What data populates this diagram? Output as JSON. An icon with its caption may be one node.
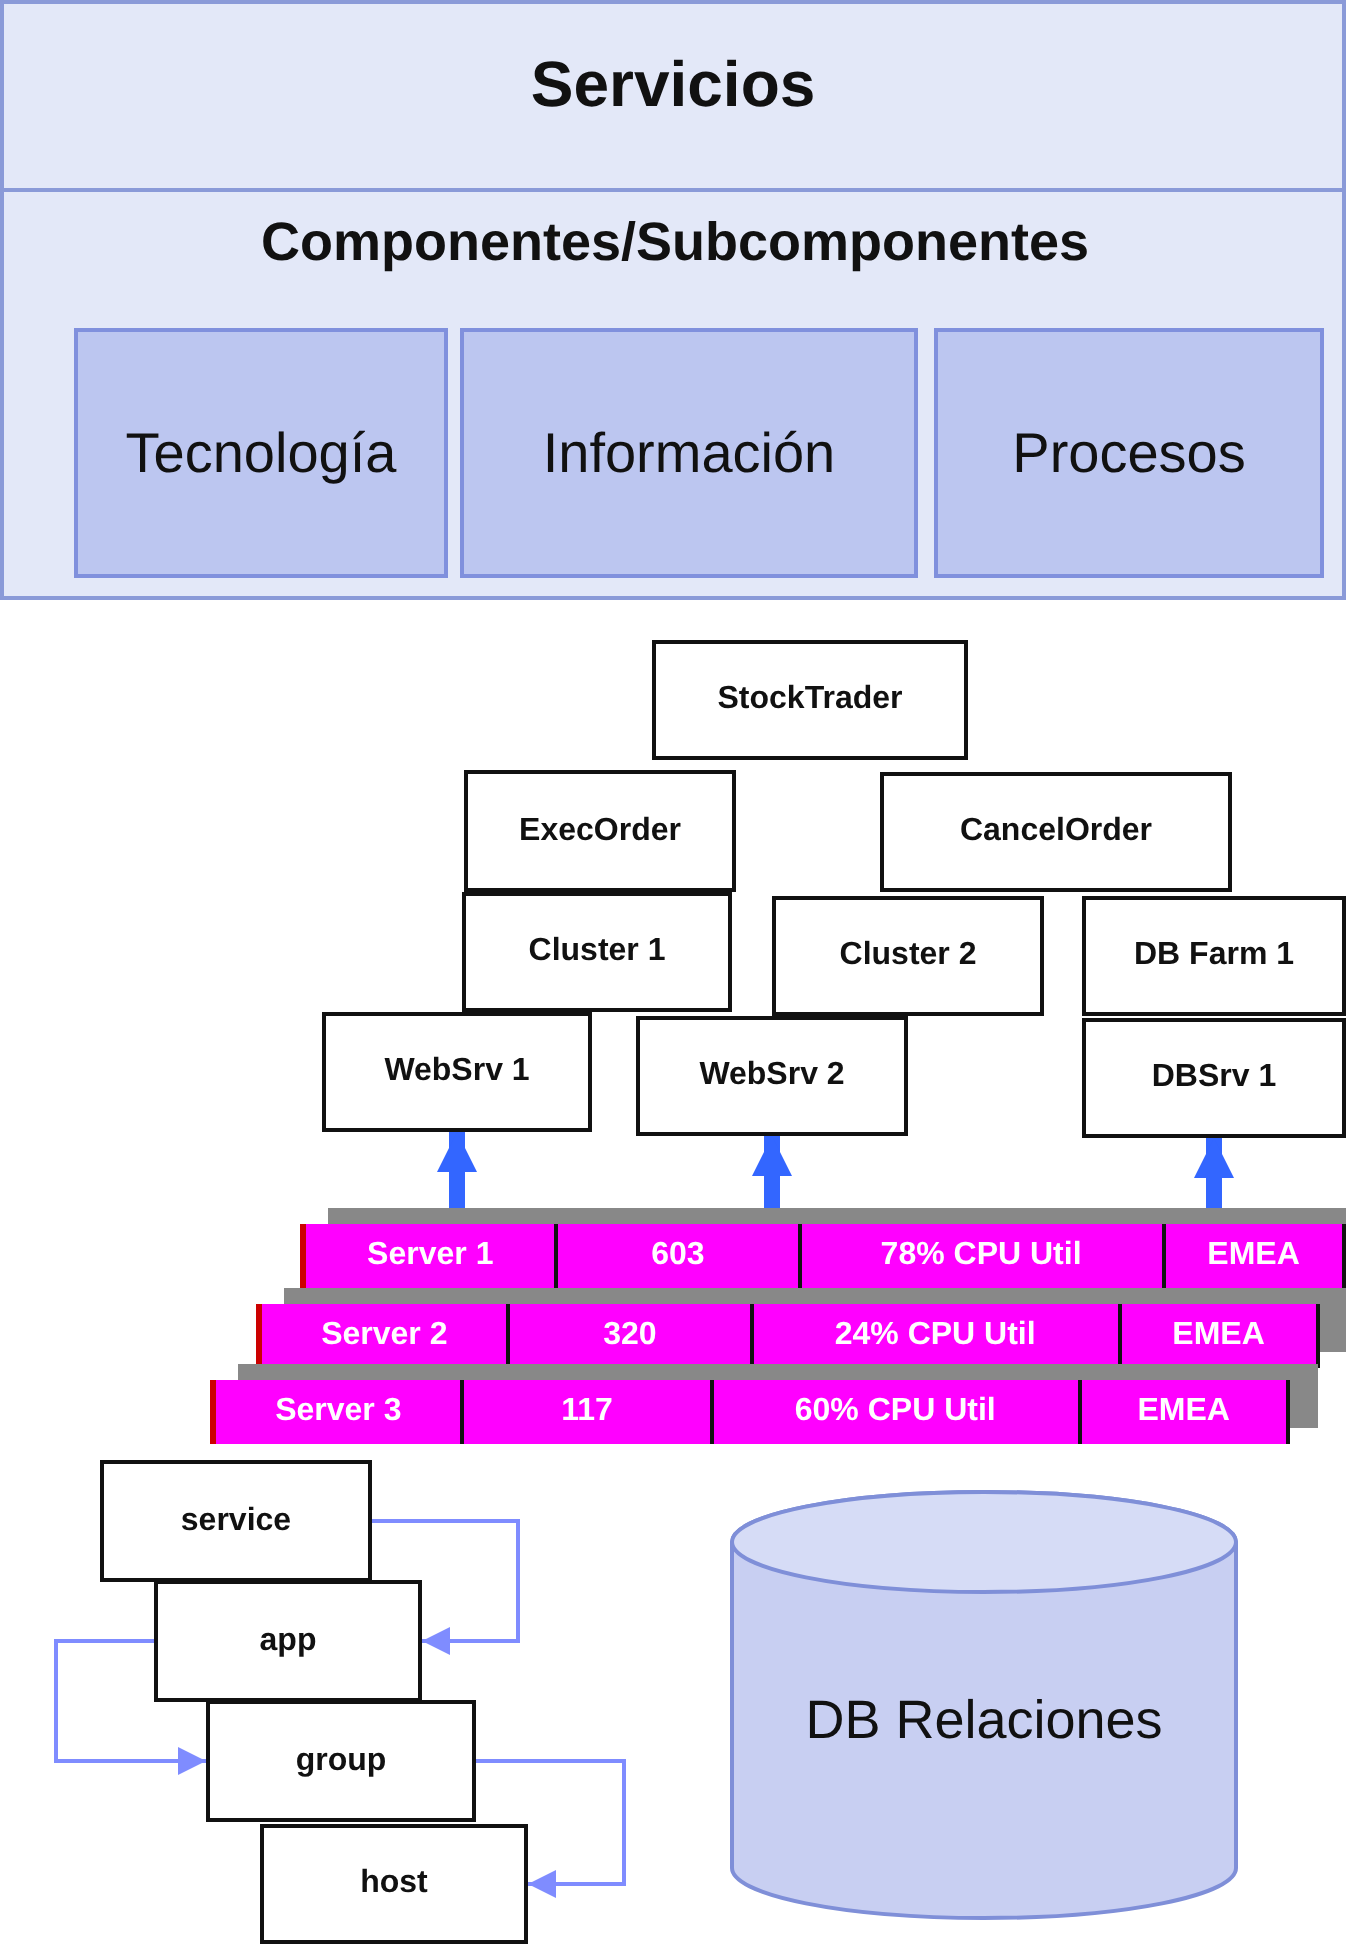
{
  "diagram": {
    "nodes": [
      {
        "text": [
          "Servicios"
        ]
      },
      {
        "text": [
          "Componentes/Subcomponentes"
        ],
        "in": 0
      },
      {
        "text": [
          "Tecnología"
        ],
        "in": 1
      },
      {
        "text": [
          "Información"
        ],
        "in": 1
      },
      {
        "text": [
          "Procesos"
        ],
        "in": 1
      },
      {
        "text": [
          "StockTrader"
        ]
      },
      {
        "text": [
          "ExecOrder"
        ]
      },
      {
        "text": [
          "CancelOrder"
        ]
      },
      {
        "text": [
          "Cluster 1"
        ]
      },
      {
        "text": [
          "Cluster 2"
        ]
      },
      {
        "text": [
          "DB Farm 1"
        ]
      },
      {
        "text": [
          "WebSrv 1"
        ]
      },
      {
        "text": [
          "WebSrv 2"
        ]
      },
      {
        "text": [
          "DBSrv 1"
        ]
      },
      {
        "text": [
          "Server 1",
          "603",
          "78% CPU Util",
          "EMEA"
        ]
      },
      {
        "text": [
          "Server 2",
          "320",
          "24% CPU Util",
          "EMEA"
        ]
      },
      {
        "text": [
          "Server 3",
          "117",
          "60% CPU Util",
          "EMEA"
        ]
      },
      {
        "text": [
          "service"
        ]
      },
      {
        "text": [
          "app"
        ]
      },
      {
        "text": [
          "group"
        ]
      },
      {
        "text": [
          "host"
        ]
      },
      {
        "text": [
          "DB Relaciones"
        ]
      }
    ],
    "edges": [
      {
        "from": 14,
        "to": 11,
        "arrow": "to",
        "style": "thick",
        "color": "#3366ff"
      },
      {
        "from": 14,
        "to": 12,
        "arrow": "to",
        "style": "thick",
        "color": "#3366ff"
      },
      {
        "from": 14,
        "to": 13,
        "arrow": "to",
        "style": "thick",
        "color": "#3366ff"
      },
      {
        "from": 17,
        "to": 18,
        "arrow": "to"
      },
      {
        "from": 18,
        "to": 19,
        "arrow": "to"
      },
      {
        "from": 19,
        "to": 20,
        "arrow": "to"
      }
    ]
  }
}
